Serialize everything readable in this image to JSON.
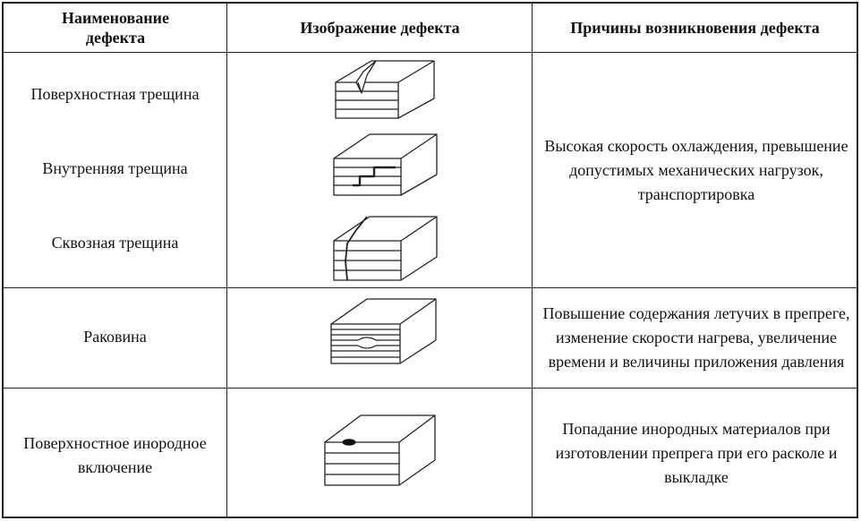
{
  "table": {
    "headers": {
      "name": "Наименование дефекта",
      "image": "Изображение дефекта",
      "cause": "Причины возникновения дефекта"
    },
    "rows": [
      {
        "defects": [
          "Поверхностная трещина",
          "Внутренняя трещина",
          "Сквозная трещина"
        ],
        "cause": "Высокая скорость охлаждения, превышение допустимых механических нагрузок, транспортировка"
      },
      {
        "defects": [
          "Раковина"
        ],
        "cause": "Повышение содержания летучих в препреге, изменение скорости нагрева, увеличение времени и величины приложения давления"
      },
      {
        "defects": [
          "Поверхностное инородное включение"
        ],
        "cause": "Попадание инородных материалов при изготовлении препрега при его расколе и выкладке"
      }
    ],
    "figures": [
      "surface-crack",
      "internal-crack",
      "through-crack",
      "cavity",
      "foreign-inclusion"
    ]
  }
}
